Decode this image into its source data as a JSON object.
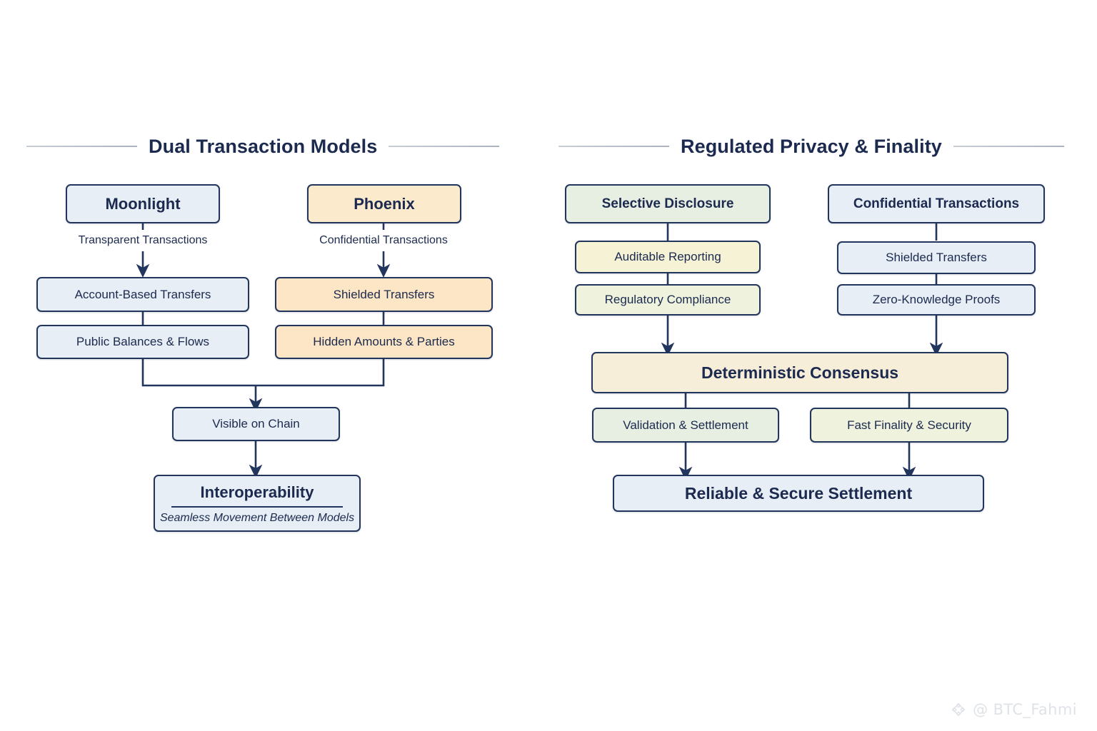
{
  "panels": [
    {
      "id": "dual-transaction-models",
      "title": "Dual Transaction Models",
      "nodes": [
        {
          "key": "moonlight",
          "label": "Moonlight"
        },
        {
          "key": "phoenix",
          "label": "Phoenix"
        },
        {
          "key": "account_based",
          "label": "Account-Based Transfers"
        },
        {
          "key": "shielded_left",
          "label": "Shielded Transfers"
        },
        {
          "key": "public_balances",
          "label": "Public Balances & Flows"
        },
        {
          "key": "hidden_amounts",
          "label": "Hidden Amounts & Parties"
        },
        {
          "key": "visible_on_chain",
          "label": "Visible on Chain"
        },
        {
          "key": "interoperability",
          "label": "Interoperability",
          "sublabel": "Seamless Movement Between Models"
        }
      ],
      "edge_captions": [
        {
          "key": "transparent",
          "text": "Transparent Transactions"
        },
        {
          "key": "confidential",
          "text": "Confidential Transactions"
        }
      ]
    },
    {
      "id": "regulated-privacy-finality",
      "title": "Regulated Privacy & Finality",
      "nodes": [
        {
          "key": "selective_disclosure",
          "label": "Selective Disclosure"
        },
        {
          "key": "confidential_tx",
          "label": "Confidential Transactions"
        },
        {
          "key": "auditable_reporting",
          "label": "Auditable Reporting"
        },
        {
          "key": "shielded_right",
          "label": "Shielded Transfers"
        },
        {
          "key": "regulatory_compliance",
          "label": "Regulatory Compliance"
        },
        {
          "key": "zero_knowledge",
          "label": "Zero-Knowledge Proofs"
        },
        {
          "key": "deterministic_consensus",
          "label": "Deterministic Consensus"
        },
        {
          "key": "validation_settlement",
          "label": "Validation & Settlement"
        },
        {
          "key": "fast_finality",
          "label": "Fast Finality & Security"
        },
        {
          "key": "reliable_settlement",
          "label": "Reliable & Secure Settlement"
        }
      ],
      "edge_captions": []
    }
  ],
  "watermark": {
    "icon": "diamond-logo-icon",
    "handle": "@ BTC_Fahmi"
  },
  "colors": {
    "background": "#ffffff",
    "ink": "#1b2a4e",
    "stroke": "#22355c",
    "blue": "#e7eef6",
    "peach": "#fce6c5",
    "cream": "#fbeacb",
    "ivory": "#f7eeda",
    "mint": "#e6efe1",
    "lemon": "#f5f2d6",
    "lime": "#eff2dd",
    "rule": "#aab2bd",
    "watermark": "#dfe3e8"
  }
}
